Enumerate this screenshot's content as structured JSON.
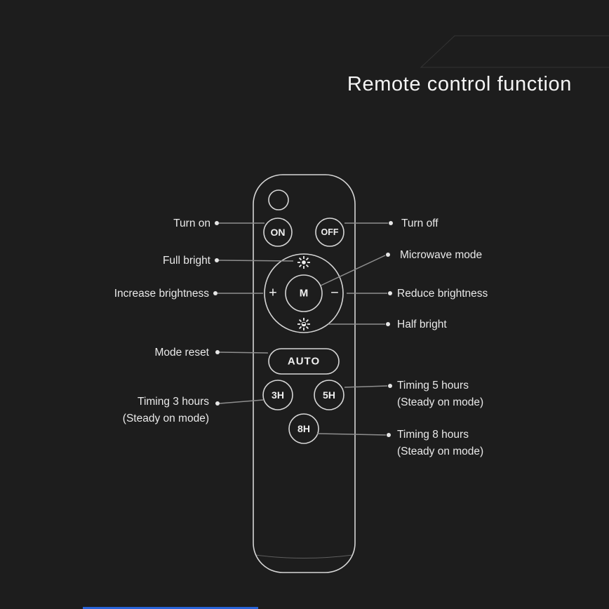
{
  "title": "Remote control function",
  "colors": {
    "background": "#1d1d1d",
    "text": "#e9e9e9",
    "leader_line": "#8e8e8e",
    "remote_stroke": "#d6d6d6",
    "accent_bar": "#2863d8"
  },
  "icons": {
    "full_bright": "starburst-sun-icon",
    "half_bright": "half-starburst-sun-icon"
  },
  "remote": {
    "buttons": {
      "on": "ON",
      "off": "OFF",
      "mode": "M",
      "plus": "+",
      "minus": "−",
      "auto": "AUTO",
      "t3": "3H",
      "t5": "5H",
      "t8": "8H"
    }
  },
  "annotations": {
    "left": [
      {
        "label": "Turn on"
      },
      {
        "label": "Full bright"
      },
      {
        "label": "Increase brightness"
      },
      {
        "label": "Mode reset"
      },
      {
        "label": "Timing 3 hours",
        "sub": "(Steady on mode)"
      }
    ],
    "right": [
      {
        "label": "Turn off"
      },
      {
        "label": "Microwave mode"
      },
      {
        "label": "Reduce brightness"
      },
      {
        "label": "Half bright"
      },
      {
        "label": "Timing 5 hours",
        "sub": "(Steady on mode)"
      },
      {
        "label": "Timing 8 hours",
        "sub": "(Steady on mode)"
      }
    ]
  }
}
